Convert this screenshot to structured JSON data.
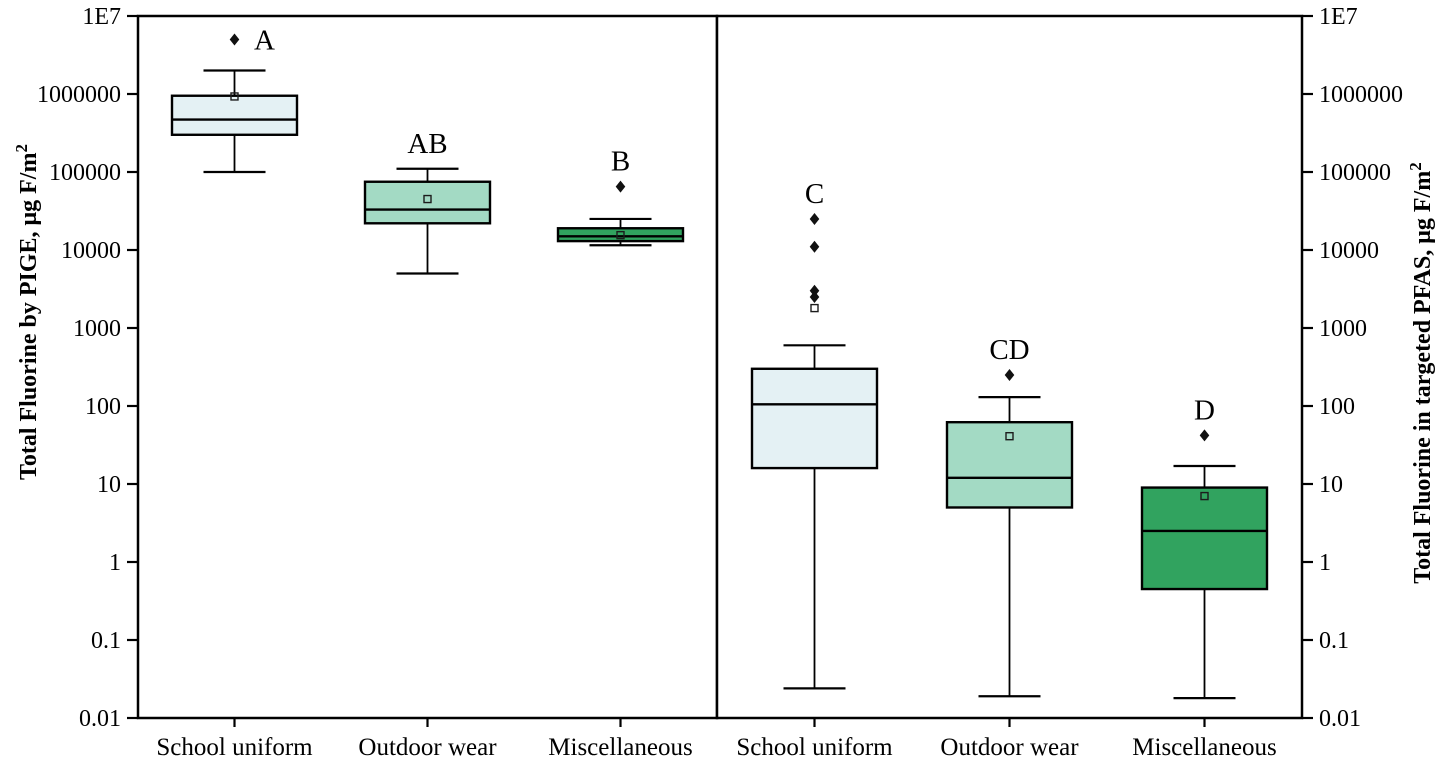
{
  "figure": {
    "background": "#ffffff",
    "line_color": "#000000",
    "text_color": "#000000"
  },
  "axes": {
    "left_title": {
      "text": "Total Fluorine by PIGE, μg F/m",
      "sup": "2"
    },
    "right_title": {
      "text": "Total Fluorine in targeted PFAS, μg F/m",
      "sup": "2"
    },
    "tick_labels": [
      "1E7",
      "1000000",
      "100000",
      "10000",
      "1000",
      "100",
      "10",
      "1",
      "0.1",
      "0.01"
    ],
    "tick_values": [
      10000000,
      1000000,
      100000,
      10000,
      1000,
      100,
      10,
      1,
      0.1,
      0.01
    ],
    "categories": [
      "School uniform",
      "Outdoor wear",
      "Miscellaneous"
    ]
  },
  "chart_data": {
    "type": "boxplot",
    "scale": "log10",
    "ylim": [
      0.01,
      10000000
    ],
    "grid": false,
    "colors": {
      "school_uniform": "#e4f1f4",
      "outdoor_wear": "#a3dac4",
      "miscellaneous": "#31a35f"
    },
    "panels": [
      {
        "name": "Total Fluorine by PIGE",
        "groups": [
          {
            "category": "School uniform",
            "sig": "A",
            "fill": "#e4f1f4",
            "whisker_low": 100000,
            "q1": 300000,
            "median": 470000,
            "q3": 950000,
            "whisker_high": 2000000,
            "mean": 930000,
            "outliers": [
              5000000
            ],
            "sig_dx": 30,
            "sig_dy": 10
          },
          {
            "category": "Outdoor wear",
            "sig": "AB",
            "fill": "#a3dac4",
            "whisker_low": 5000,
            "q1": 22000,
            "median": 33000,
            "q3": 75000,
            "whisker_high": 110000,
            "mean": 45000,
            "outliers": [],
            "sig_dx": 0,
            "sig_dy": -16
          },
          {
            "category": "Miscellaneous",
            "sig": "B",
            "fill": "#31a35f",
            "whisker_low": 11500,
            "q1": 13000,
            "median": 15000,
            "q3": 19000,
            "whisker_high": 25000,
            "mean": 15500,
            "outliers": [
              65000
            ],
            "sig_dx": 0,
            "sig_dy": -16
          }
        ]
      },
      {
        "name": "Total Fluorine in targeted PFAS",
        "groups": [
          {
            "category": "School uniform",
            "sig": "C",
            "fill": "#e4f1f4",
            "whisker_low": 0.024,
            "q1": 16,
            "median": 105,
            "q3": 300,
            "whisker_high": 600,
            "mean": 1800,
            "outliers": [
              25000,
              11000,
              3000,
              2500
            ],
            "sig_dx": 0,
            "sig_dy": -16
          },
          {
            "category": "Outdoor wear",
            "sig": "CD",
            "fill": "#a3dac4",
            "whisker_low": 0.019,
            "q1": 5,
            "median": 12,
            "q3": 62,
            "whisker_high": 130,
            "mean": 41,
            "outliers": [
              250
            ],
            "sig_dx": 0,
            "sig_dy": -16
          },
          {
            "category": "Miscellaneous",
            "sig": "D",
            "fill": "#31a35f",
            "whisker_low": 0.018,
            "q1": 0.45,
            "median": 2.5,
            "q3": 9,
            "whisker_high": 17,
            "mean": 7,
            "outliers": [
              42
            ],
            "sig_dx": 0,
            "sig_dy": -16
          }
        ]
      }
    ]
  }
}
